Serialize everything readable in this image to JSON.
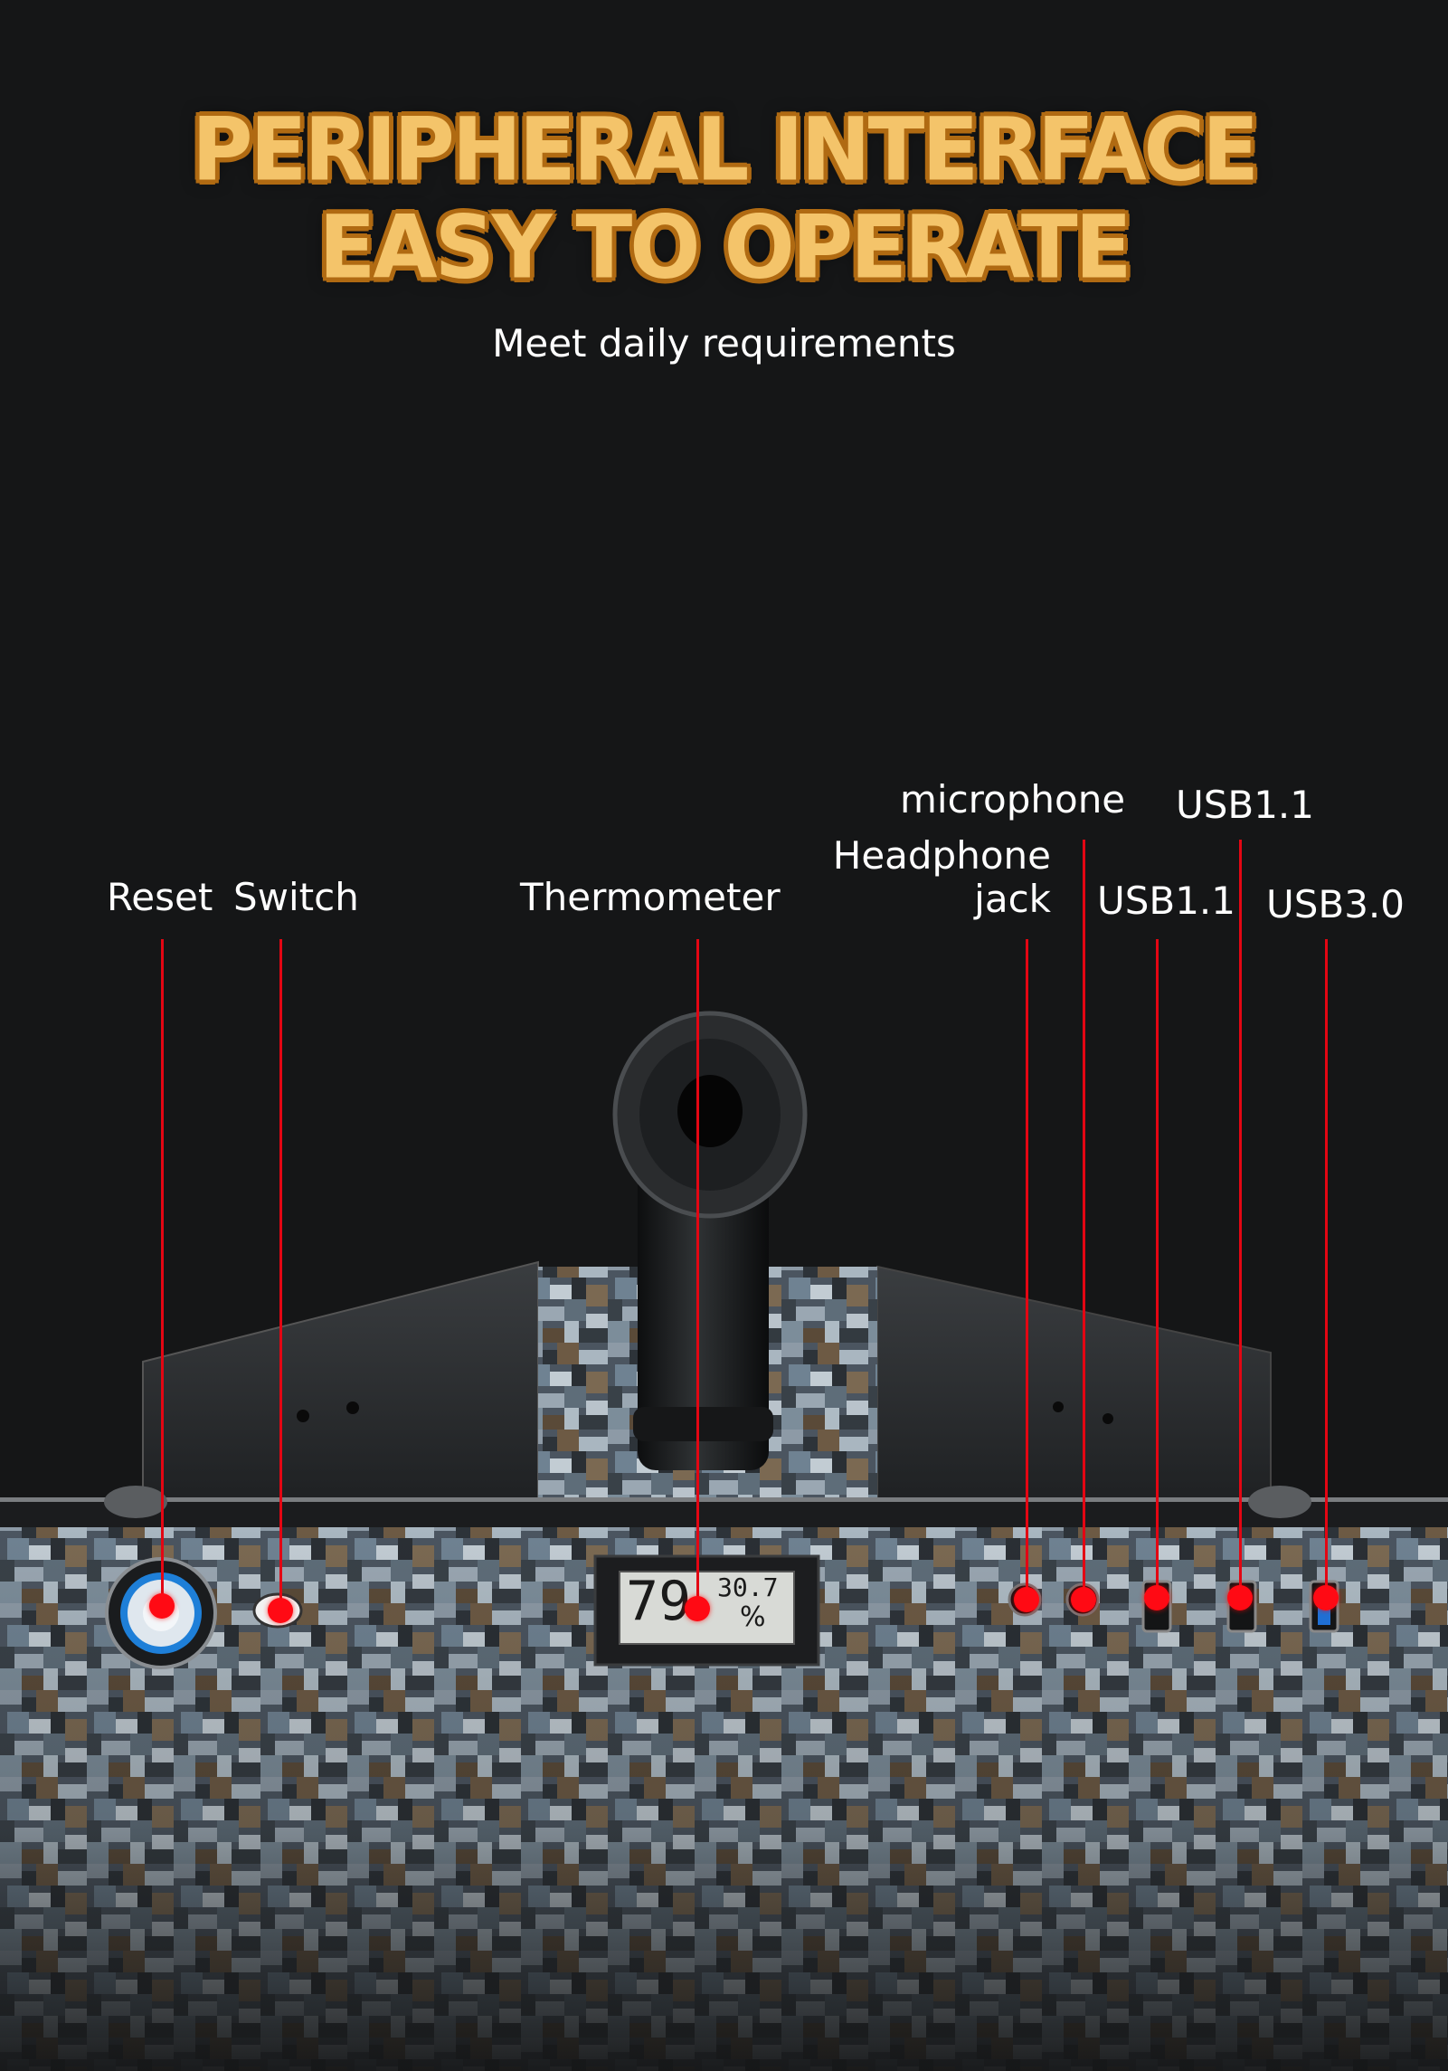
{
  "headline": {
    "line1": "PERIPHERAL INTERFACE",
    "line2": "EASY TO OPERATE"
  },
  "subtitle": "Meet daily requirements",
  "labels": {
    "reset": "Reset",
    "switch": "Switch",
    "thermometer": "Thermometer",
    "microphone": "microphone",
    "headphone_line1": "Headphone",
    "headphone_line2": "jack",
    "usb11_a": "USB1.1",
    "usb11_b": "USB1.1",
    "usb30": "USB3.0"
  },
  "thermometer_display": {
    "temperature": "79",
    "humidity": "30.7",
    "humidity_unit": "%"
  },
  "colors": {
    "background": "#151617",
    "headline_fill": "#f4c46a",
    "headline_outline": "#b06a12",
    "leader": "#e30613"
  }
}
